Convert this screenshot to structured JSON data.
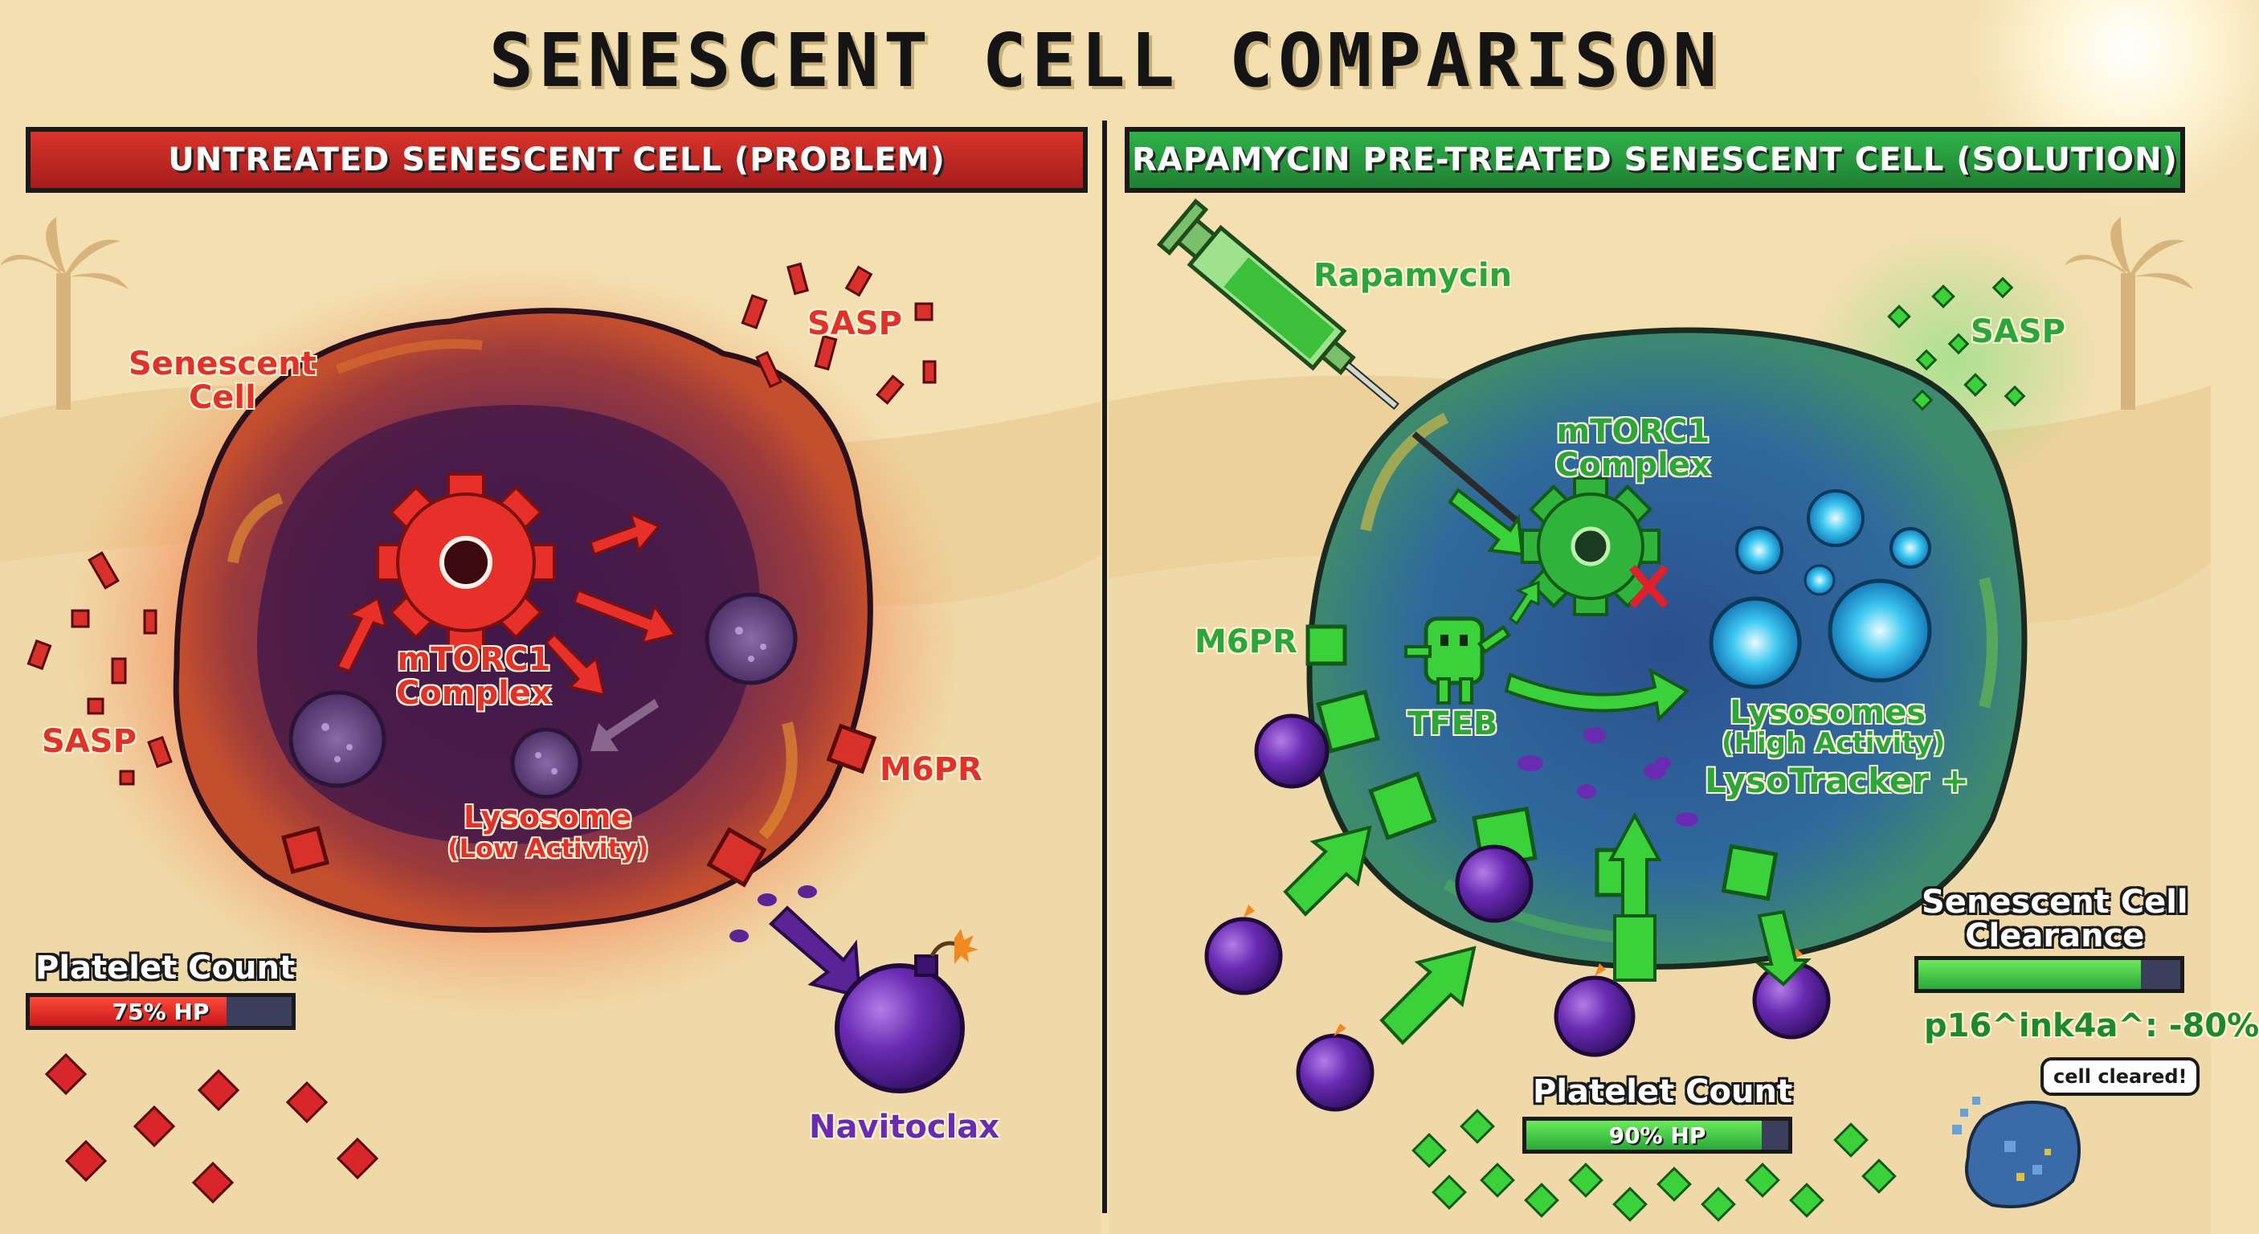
{
  "title": "SENESCENT CELL COMPARISON",
  "left_panel": {
    "banner": "UNTREATED SENESCENT CELL (PROBLEM)",
    "senescent_cell_label": "Senescent\nCell",
    "sasp_top": "SASP",
    "sasp_left": "SASP",
    "mtorc1_label": "mTORC1\nComplex",
    "lysosome_label": "Lysosome",
    "lysosome_sub": "(Low Activity)",
    "m6pr_label": "M6PR",
    "navitoclax_label": "Navitoclax",
    "platelet_title": "Platelet Count",
    "platelet_value": "75% HP",
    "platelet_fraction": 0.75
  },
  "right_panel": {
    "banner": "RAPAMYCIN PRE-TREATED SENESCENT CELL (SOLUTION)",
    "rapamycin_label": "Rapamycin",
    "sasp_label": "SASP",
    "mtorc1_label": "mTORC1\nComplex",
    "m6pr_label": "M6PR",
    "tfeb_label": "TFEB",
    "lysosomes_label": "Lysosomes",
    "lysosomes_sub": "(High Activity)",
    "lysotracker_label": "LysoTracker +",
    "clearance_title": "Senescent Cell\nClearance",
    "clearance_fraction": 0.85,
    "p16_label": "p16^ink4a^: -80%",
    "platelet_title": "Platelet Count",
    "platelet_value": "90% HP",
    "platelet_fraction": 0.9,
    "bubble_text": "cell cleared!"
  },
  "colors": {
    "problem_red": "#e0312a",
    "solution_green": "#2ba63a",
    "drug_purple": "#6a2bb3",
    "lysosome_cyan": "#3cc8f0",
    "sand": "#f3dfb0"
  }
}
